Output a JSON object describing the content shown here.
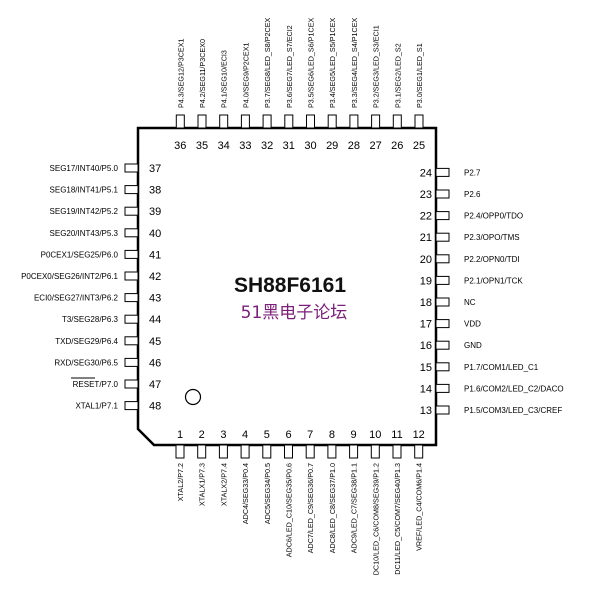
{
  "chip": {
    "part_number": "SH88F6161",
    "watermark": "51黑电子论坛"
  },
  "pins": [
    {
      "num": "1",
      "label": "XTAL2/P7.2"
    },
    {
      "num": "2",
      "label": "XTALX1/P7.3"
    },
    {
      "num": "3",
      "label": "XTALX2/P7.4"
    },
    {
      "num": "4",
      "label": "ADC4/SEG33/P0.4"
    },
    {
      "num": "5",
      "label": "ADC5/SEG34/P0.5"
    },
    {
      "num": "6",
      "label": "ADC6/LED_C10/SEG35/P0.6"
    },
    {
      "num": "7",
      "label": "ADC7/LED_C9/SEG36/P0.7"
    },
    {
      "num": "8",
      "label": "ADC8/LED_C8/SEG37/P1.0"
    },
    {
      "num": "9",
      "label": "ADC9/LED_C7/SEG38/P1.1"
    },
    {
      "num": "10",
      "label": "DC10/LED_C6/COM8/SEG39/P1.2"
    },
    {
      "num": "11",
      "label": "DC11/LED_C5/COM7/SEG40/P1.3"
    },
    {
      "num": "12",
      "label": "VREF/LED_C4/COM6/P1.4"
    },
    {
      "num": "13",
      "label": "P1.5/COM3/LED_C3/CREF"
    },
    {
      "num": "14",
      "label": "P1.6/COM2/LED_C2/DACO"
    },
    {
      "num": "15",
      "label": "P1.7/COM1/LED_C1"
    },
    {
      "num": "16",
      "label": "GND"
    },
    {
      "num": "17",
      "label": "VDD"
    },
    {
      "num": "18",
      "label": "NC"
    },
    {
      "num": "19",
      "label": "P2.1/OPN1/TCK"
    },
    {
      "num": "20",
      "label": "P2.2/OPN0/TDI"
    },
    {
      "num": "21",
      "label": "P2.3/OPO/TMS"
    },
    {
      "num": "22",
      "label": "P2.4/OPP0/TDO"
    },
    {
      "num": "23",
      "label": "P2.6"
    },
    {
      "num": "24",
      "label": "P2.7"
    },
    {
      "num": "25",
      "label": "P3.0/SEG1/LED_S1"
    },
    {
      "num": "26",
      "label": "P3.1/SEG2/LED_S2"
    },
    {
      "num": "27",
      "label": "P3.2/SEG3/LED_S3/ECI1"
    },
    {
      "num": "28",
      "label": "P3.3/SEG4/LED_S4/P1CEX"
    },
    {
      "num": "29",
      "label": "P3.4/SEG5/LED_S5/P1CEX"
    },
    {
      "num": "30",
      "label": "P3.5/SEG6/LED_S6/P1CEX"
    },
    {
      "num": "31",
      "label": "P3.6/SEG7/LED_S7/ECI2"
    },
    {
      "num": "32",
      "label": "P3.7/SEG8/LED_S8/P2CEX"
    },
    {
      "num": "33",
      "label": "P4.0/SEG9/P2CEX1"
    },
    {
      "num": "34",
      "label": "P4.1/SEG10/ECI3"
    },
    {
      "num": "35",
      "label": "P4.2/SEG11/P3CEX0"
    },
    {
      "num": "36",
      "label": "P4.3/SEG12/P3CEX1"
    },
    {
      "num": "37",
      "label": "SEG17/INT40/P5.0"
    },
    {
      "num": "38",
      "label": "SEG18/INT41/P5.1"
    },
    {
      "num": "39",
      "label": "SEG19/INT42/P5.2"
    },
    {
      "num": "40",
      "label": "SEG20/INT43/P5.3"
    },
    {
      "num": "41",
      "label": "P0CEX1/SEG25/P6.0"
    },
    {
      "num": "42",
      "label": "P0CEX0/SEG26/INT2/P6.1"
    },
    {
      "num": "43",
      "label": "ECI0/SEG27/INT3/P6.2"
    },
    {
      "num": "44",
      "label": "T3/SEG28/P6.3"
    },
    {
      "num": "45",
      "label": "TXD/SEG29/P6.4"
    },
    {
      "num": "46",
      "label": "RXD/SEG30/P6.5"
    },
    {
      "num": "47",
      "label": "RESET/P7.0"
    },
    {
      "num": "48",
      "label": "XTAL1/P7.1"
    }
  ]
}
